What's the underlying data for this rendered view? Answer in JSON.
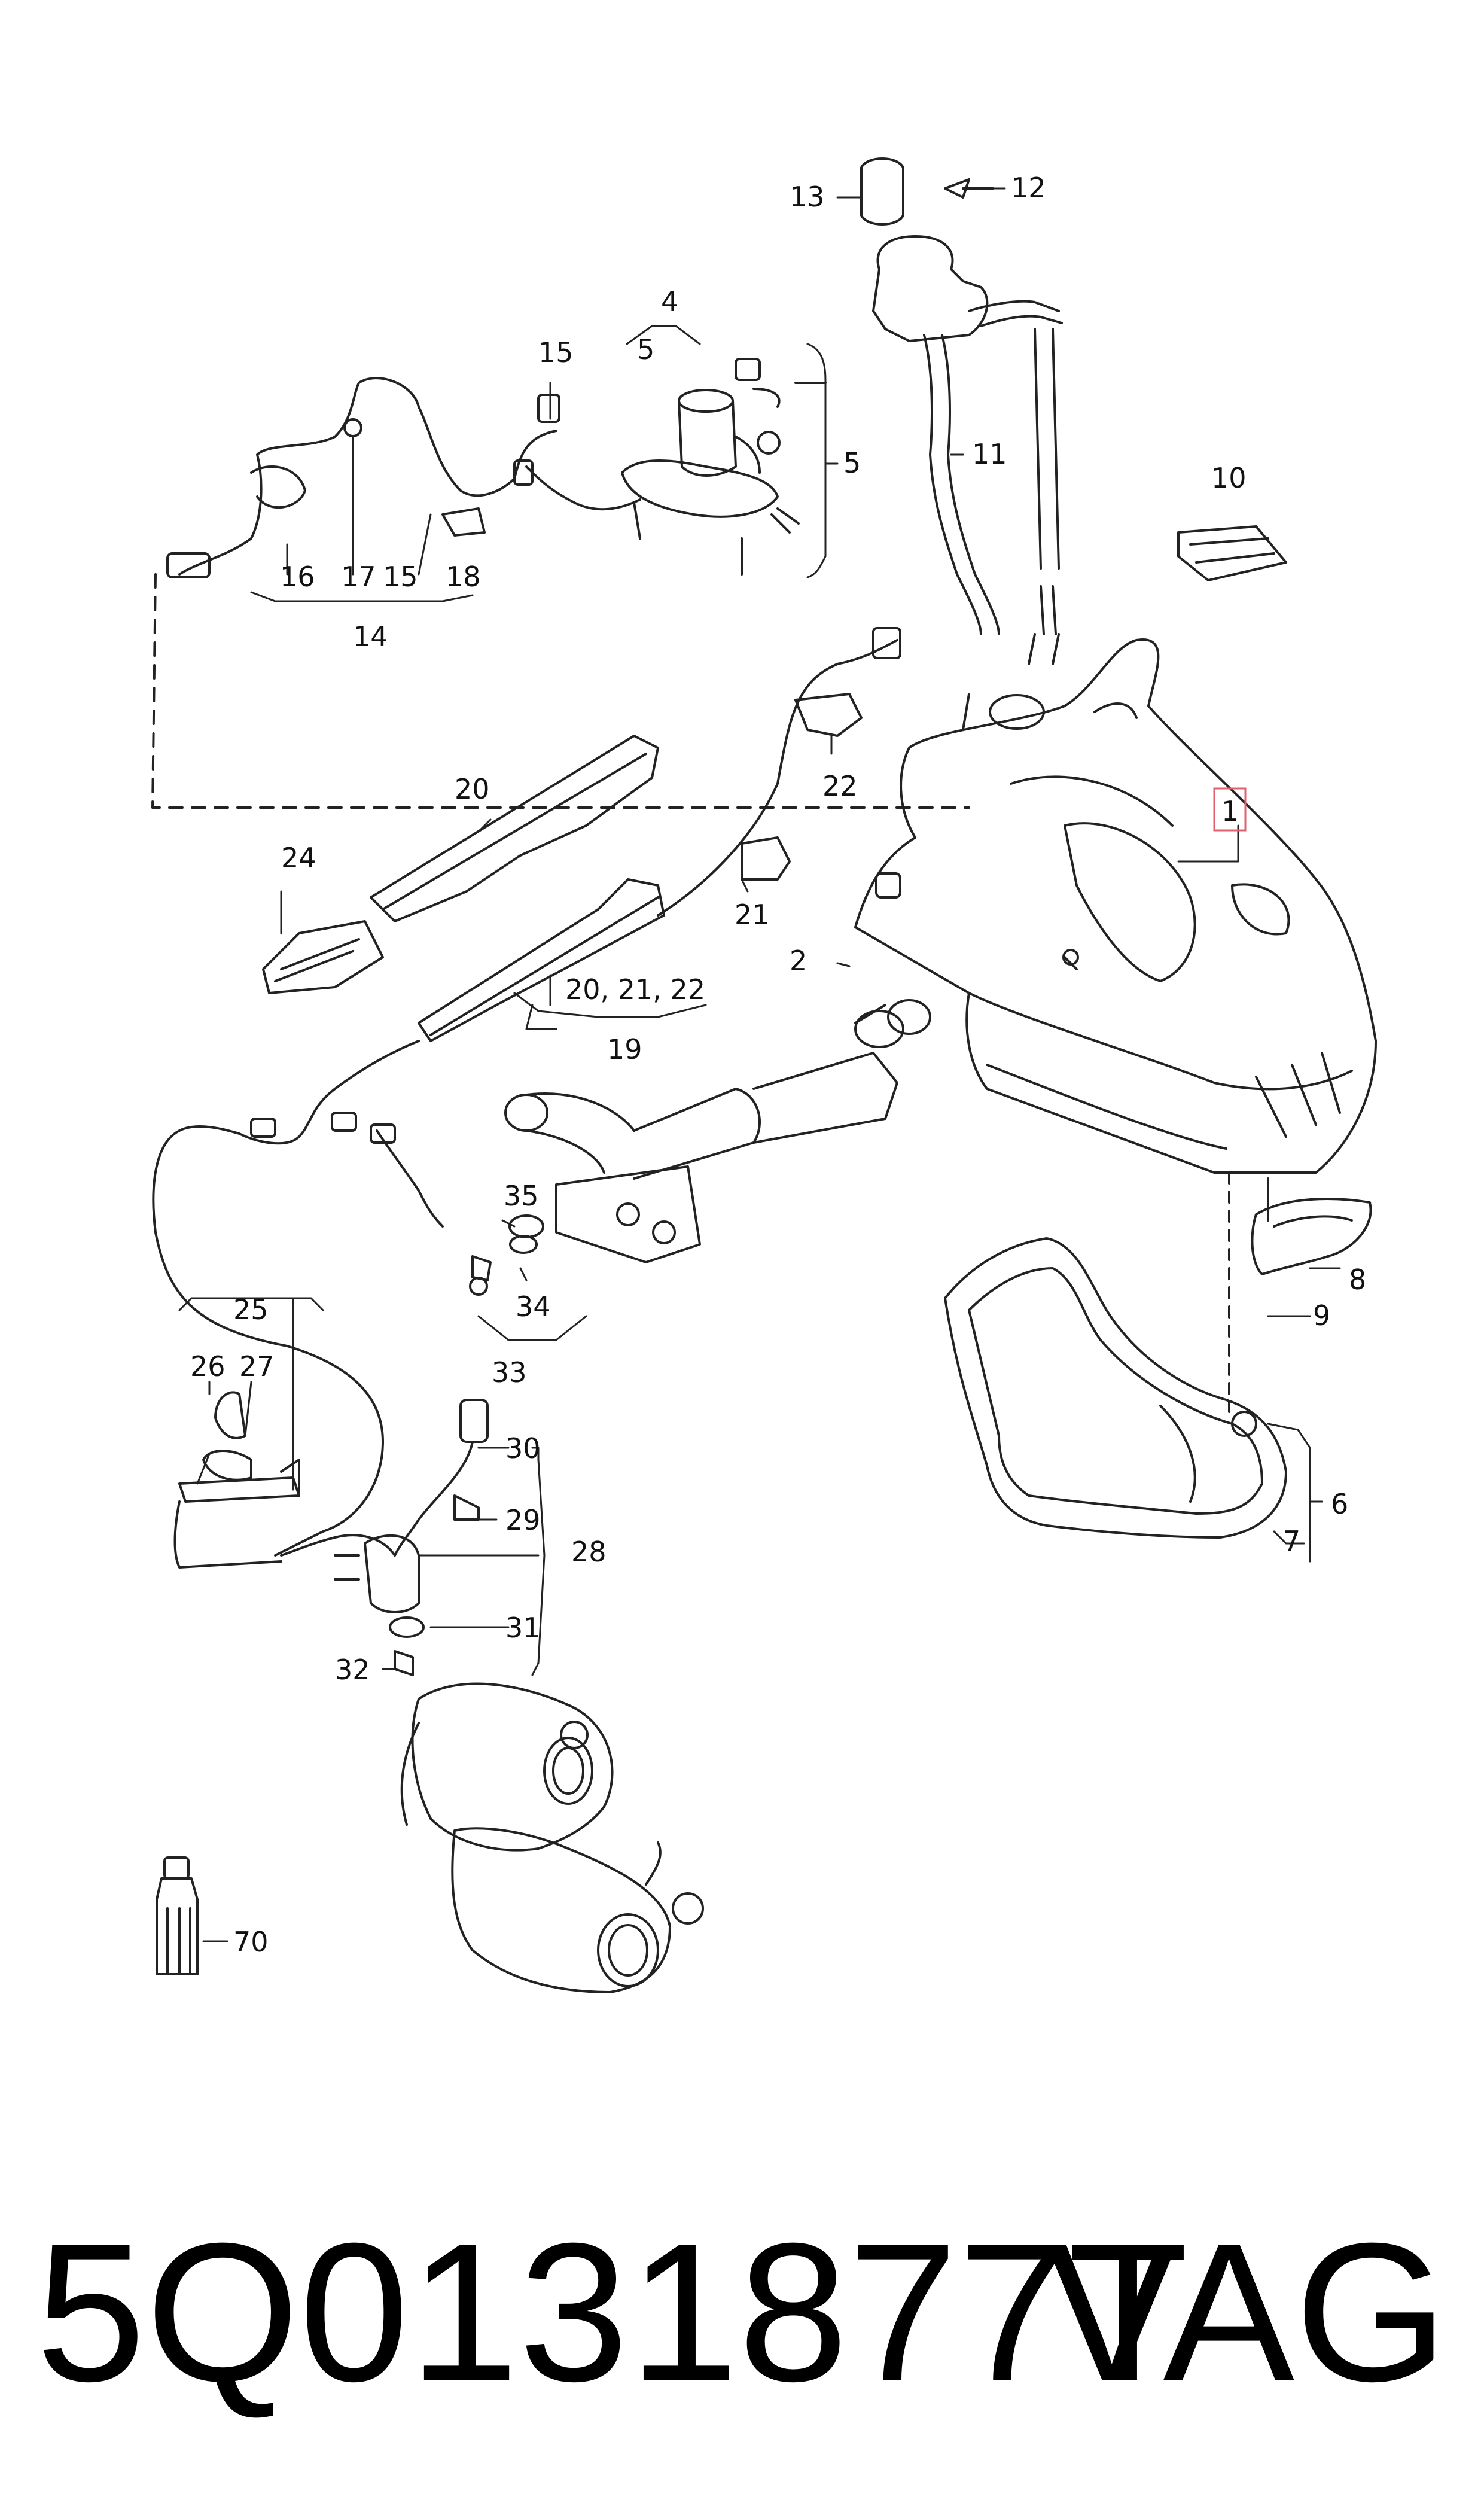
{
  "callouts": {
    "c1": "1",
    "c2": "2",
    "c4": "4",
    "c5a": "5",
    "c5b": "5",
    "c6": "6",
    "c7": "7",
    "c8": "8",
    "c9": "9",
    "c10": "10",
    "c11": "11",
    "c12": "12",
    "c13": "13",
    "c14": "14",
    "c15a": "15",
    "c15b": "15",
    "c16": "16",
    "c17": "17",
    "c18": "18",
    "c19": "19",
    "c20a": "20",
    "c20b": "20, 21, 22",
    "c21": "21",
    "c22": "22",
    "c24": "24",
    "c25": "25",
    "c26": "26",
    "c27": "27",
    "c28": "28",
    "c29": "29",
    "c30": "30",
    "c31": "31",
    "c32": "32",
    "c33": "33",
    "c34": "34",
    "c35": "35",
    "c70": "70"
  },
  "highlight_color": "#e06070",
  "footer": {
    "part_number": "5Q0131877T",
    "brand": "VAG"
  }
}
